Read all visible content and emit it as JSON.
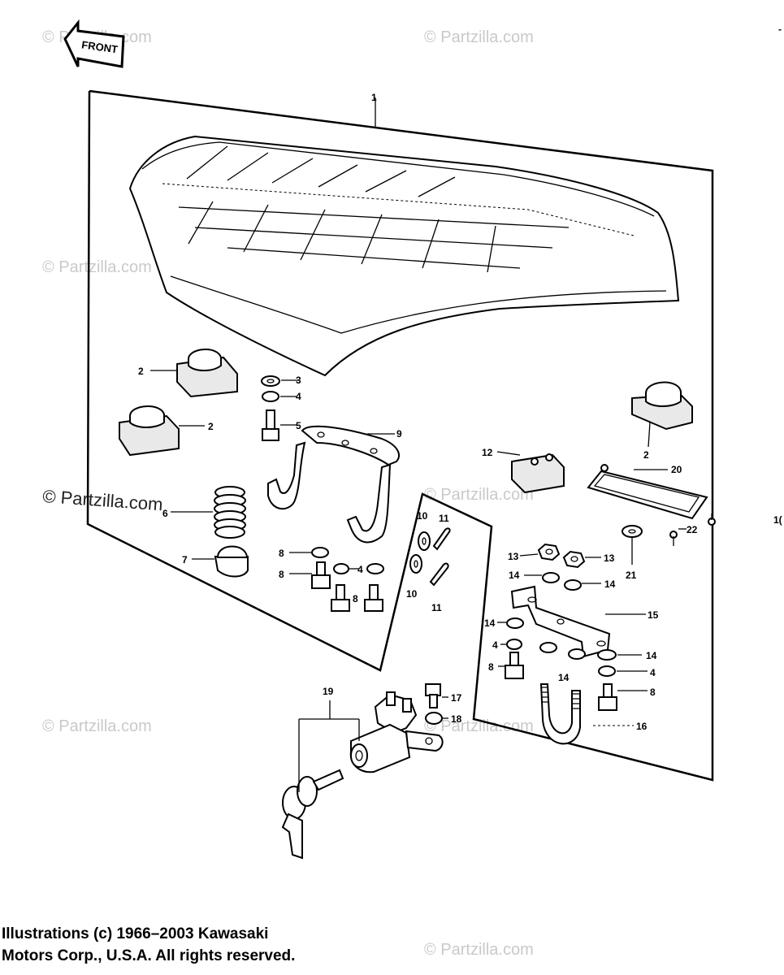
{
  "front_label": "FRONT",
  "watermark": "© Partzilla.com",
  "callouts": {
    "c1": "1",
    "c2a": "2",
    "c2b": "2",
    "c2c": "2",
    "c3": "3",
    "c4a": "4",
    "c4b": "4",
    "c4c": "4",
    "c4d": "4",
    "c5": "5",
    "c6": "6",
    "c7": "7",
    "c8a": "8",
    "c8b": "8",
    "c8c": "8",
    "c8d": "8",
    "c8e": "8",
    "c9": "9",
    "c10a": "10",
    "c10b": "10",
    "c11a": "11",
    "c11b": "11",
    "c12": "12",
    "c13a": "13",
    "c13b": "13",
    "c14a": "14",
    "c14b": "14",
    "c14c": "14",
    "c14d": "14",
    "c14e": "14",
    "c15": "15",
    "c16": "16",
    "c17": "17",
    "c18": "18",
    "c19": "19",
    "c20": "20",
    "c21": "21",
    "c22": "22",
    "edge": "1("
  },
  "copyright_lines": [
    "Illustrations (c) 1966–2003 Kawasaki",
    "Motors Corp., U.S.A.  All rights reserved."
  ]
}
